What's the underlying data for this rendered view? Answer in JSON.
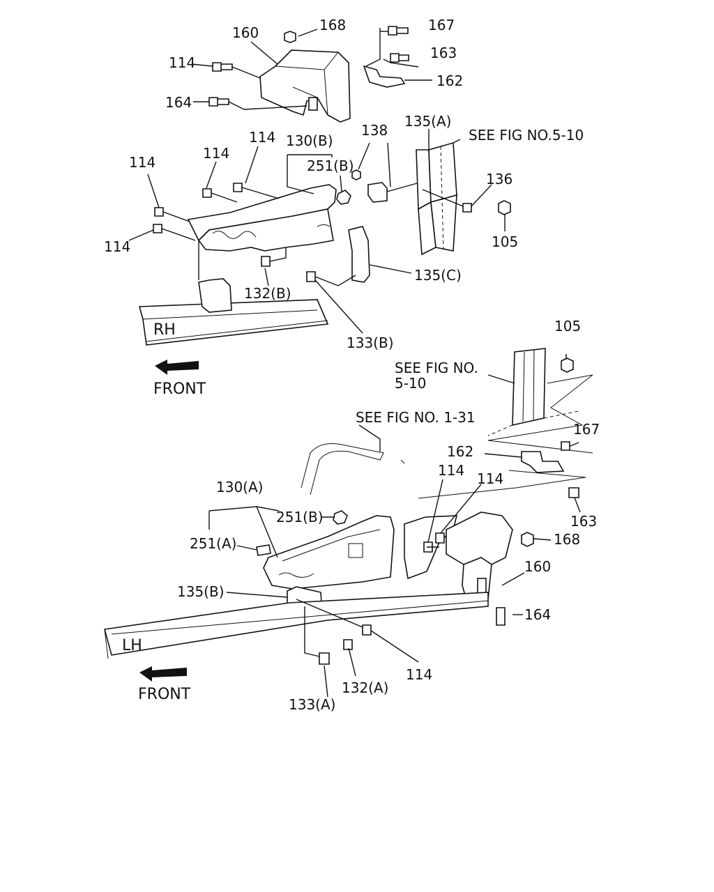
{
  "rh_section": {
    "callouts": {
      "c168": "168",
      "c167": "167",
      "c160": "160",
      "c163": "163",
      "c114a": "114",
      "c162": "162",
      "c164": "164",
      "c135a": "135(A)",
      "c138": "138",
      "see_5_10": "SEE FIG NO.5-10",
      "c114b": "114",
      "c130b": "130(B)",
      "c114c": "114",
      "c114d": "114",
      "c251b": "251(B)",
      "c136": "136",
      "c105": "105",
      "c114e": "114",
      "c135c": "135(C)",
      "c132b": "132(B)",
      "c133b": "133(B)"
    },
    "frame_label": "RH",
    "front_label": "FRONT"
  },
  "lh_section": {
    "callouts": {
      "c105": "105",
      "see_5_10_line1": "SEE FIG NO.",
      "see_5_10_line2": "5-10",
      "see_1_31": "SEE FIG NO. 1-31",
      "c167": "167",
      "c162": "162",
      "c114a": "114",
      "c114b": "114",
      "c130a": "130(A)",
      "c163": "163",
      "c251b": "251(B)",
      "c168": "168",
      "c251a": "251(A)",
      "c160": "160",
      "c135b": "135(B)",
      "c164": "164",
      "c114c": "114",
      "c132a": "132(A)",
      "c133a": "133(A)"
    },
    "frame_label": "LH",
    "front_label": "FRONT"
  }
}
